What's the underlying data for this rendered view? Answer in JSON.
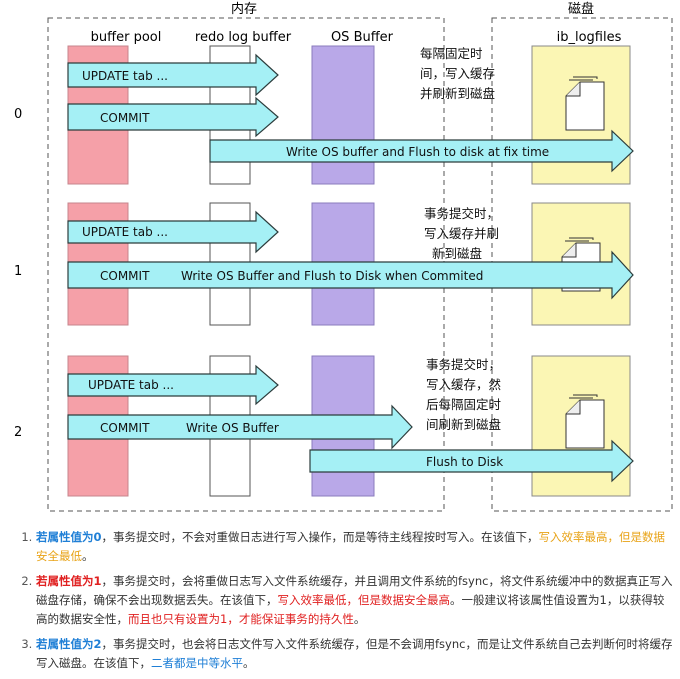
{
  "diagram": {
    "memory_label": "内存",
    "disk_label": "磁盘",
    "col_labels": {
      "buffer_pool": "buffer pool",
      "redo_log_buffer": "redo log buffer",
      "os_buffer": "OS Buffer",
      "ib_logfiles": "ib_logfiles"
    },
    "row_labels": [
      "0",
      "1",
      "2"
    ],
    "row0": {
      "update": "UPDATE tab ...",
      "commit": "COMMIT",
      "flush": "Write OS buffer and Flush to disk at fix time",
      "note": [
        "每隔固定时",
        "间，写入缓存",
        "并刷新到磁盘"
      ]
    },
    "row1": {
      "update": "UPDATE tab ...",
      "commit": "COMMIT",
      "commit_write": "Write OS Buffer and Flush to Disk when Commited",
      "note": [
        "事务提交时，",
        "写入缓存并刷",
        "新到磁盘"
      ]
    },
    "row2": {
      "update": "UPDATE tab ...",
      "commit": "COMMIT",
      "commit_write": "Write OS Buffer",
      "flush": "Flush to Disk",
      "note": [
        "事务提交时，",
        "写入缓存，然",
        "后每隔固定时",
        "间刷新到磁盘"
      ]
    }
  },
  "notes": {
    "n1": {
      "a": "若属性值为0",
      "b": "，事务提交时，不会对重做日志进行写入操作，而是等待主线程按时写入。在该值下，",
      "c": "写入效率最高，但是数据安全最低",
      "d": "。"
    },
    "n2": {
      "a": "若属性值为1",
      "b": "，事务提交时，会将重做日志写入文件系统缓存，并且调用文件系统的fsync，将文件系统缓冲中的数据真正写入磁盘存储，确保不会出现数据丢失。在该值下，",
      "c": "写入效率最低，但是数据安全最高",
      "d": "。一般建议将该属性值设置为1，以获得较高的数据安全性，",
      "e": "而且也只有设置为1，才能保证事务的持久性",
      "f": "。"
    },
    "n3": {
      "a": "若属性值为2",
      "b": "，事务提交时，也会将日志文件写入文件系统缓存，但是不会调用fsync，而是让文件系统自己去判断何时将缓存写入磁盘。在该值下，",
      "c": "二者都是中等水平",
      "d": "。"
    }
  },
  "colors": {
    "buffer_pool": "#f5a0a8",
    "redo_log_buffer": "#ffffff",
    "os_buffer": "#b9a8e8",
    "disk": "#fbf6b4",
    "arrow_fill": "#a5f0f5",
    "arrow_stroke": "#2c3c3c",
    "highlight_blue": "#1f7fd6",
    "highlight_red": "#e02020",
    "highlight_orange": "#e8a317"
  }
}
